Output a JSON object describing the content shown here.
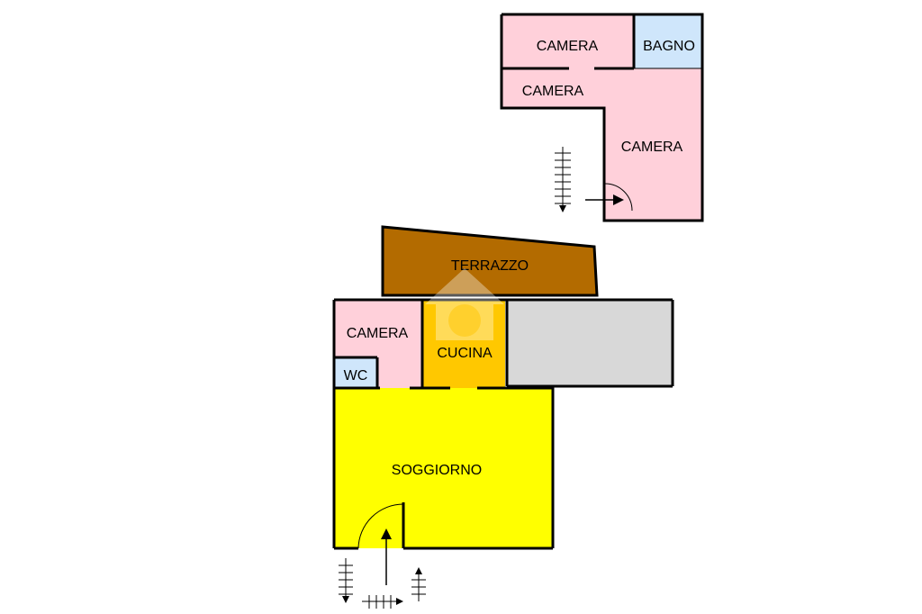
{
  "floorplan": {
    "upper_floor": {
      "rooms": [
        {
          "label": "CAMERA",
          "type": "bedroom",
          "color": "#ffd0da"
        },
        {
          "label": "BAGNO",
          "type": "bathroom",
          "color": "#cfe6fb"
        },
        {
          "label": "CAMERA",
          "type": "bedroom",
          "color": "#ffd0da"
        },
        {
          "label": "CAMERA",
          "type": "bedroom",
          "color": "#ffd0da"
        }
      ]
    },
    "lower_floor": {
      "rooms": [
        {
          "label": "TERRAZZO",
          "type": "terrace",
          "color": "#b36b00"
        },
        {
          "label": "CAMERA",
          "type": "bedroom",
          "color": "#ffd0da"
        },
        {
          "label": "WC",
          "type": "wc",
          "color": "#cfe6fb"
        },
        {
          "label": "CUCINA",
          "type": "kitchen",
          "color": "#ffc800"
        },
        {
          "label": "",
          "type": "unlabeled-area",
          "color": "#d8d8d8"
        },
        {
          "label": "SOGGIORNO",
          "type": "living-room",
          "color": "#ffff00"
        }
      ]
    },
    "icons": [
      "stair-arrow-icon",
      "door-swing-icon",
      "entry-arrow-icon",
      "watermark-logo-icon"
    ]
  }
}
